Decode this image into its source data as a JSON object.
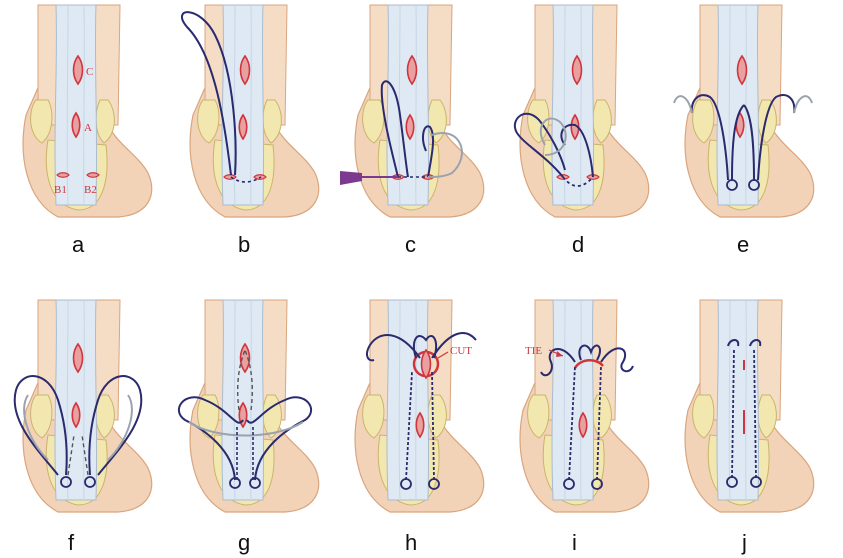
{
  "figure": {
    "panels": [
      {
        "letter": "a"
      },
      {
        "letter": "b"
      },
      {
        "letter": "c"
      },
      {
        "letter": "d"
      },
      {
        "letter": "e"
      },
      {
        "letter": "f"
      },
      {
        "letter": "g"
      },
      {
        "letter": "h"
      },
      {
        "letter": "i"
      },
      {
        "letter": "j"
      }
    ],
    "labels": {
      "incision_c": "C",
      "incision_a": "A",
      "incision_b1": "B1",
      "incision_b2": "B2",
      "cut": "CUT",
      "tie": "TIE"
    }
  },
  "colors": {
    "skin": "#f2d3b8",
    "skin_edge": "#d9a57e",
    "bone": "#f3e7b0",
    "tendon": "#dfe9f3",
    "incision": "#d0343c",
    "suture": "#2a2a6e",
    "needle_holder": "#7b3a8f",
    "grey_suture": "#9aa3ad"
  },
  "icons": [
    "needle-icon",
    "suture-loop-icon"
  ]
}
